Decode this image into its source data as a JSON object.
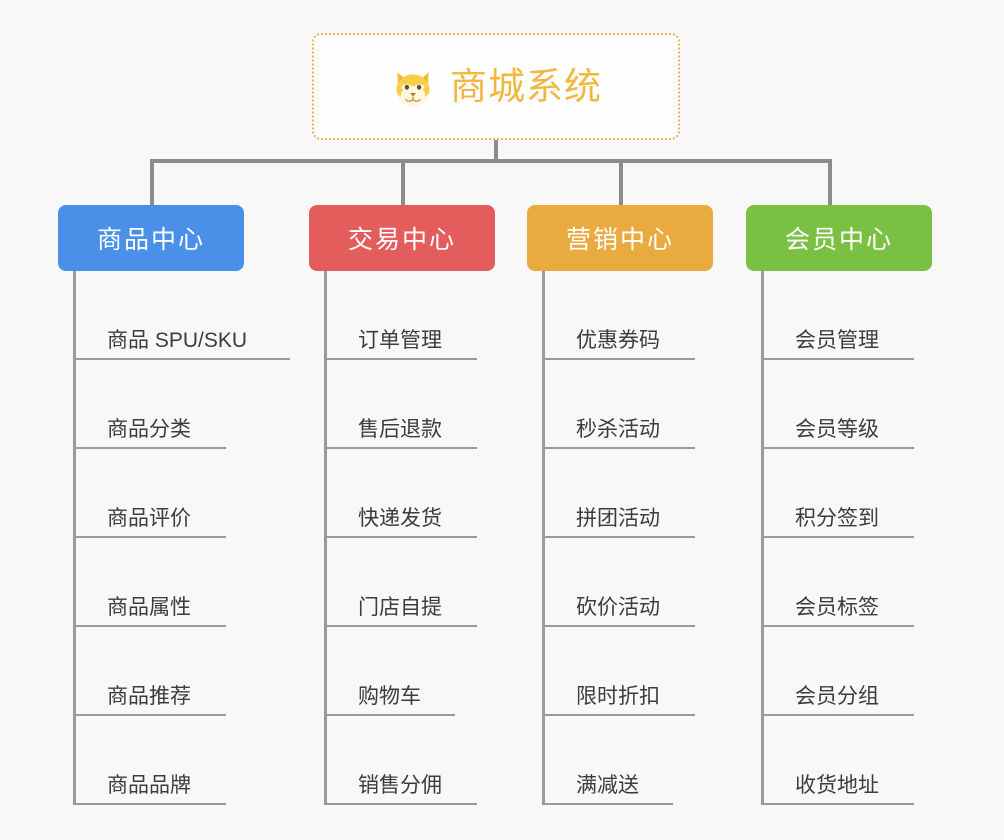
{
  "diagram": {
    "type": "org-chart",
    "background_color": "#f8f8f8",
    "root": {
      "title": "商城系统",
      "icon": "shiba-dog-face-emoji",
      "border_color": "#e8b454",
      "text_color": "#f0b840",
      "background_color": "#fefefe"
    },
    "connector_color": "#8c8c8c",
    "leaf_line_color": "#9a9a9a",
    "leaf_text_color": "#3c3c3c",
    "categories": [
      {
        "label": "商品中心",
        "color": "#4a90e8",
        "items": [
          "商品 SPU/SKU",
          "商品分类",
          "商品评价",
          "商品属性",
          "商品推荐",
          "商品品牌"
        ]
      },
      {
        "label": "交易中心",
        "color": "#e35d5d",
        "items": [
          "订单管理",
          "售后退款",
          "快递发货",
          "门店自提",
          "购物车",
          "销售分佣"
        ]
      },
      {
        "label": "营销中心",
        "color": "#e9aa3f",
        "items": [
          "优惠券码",
          "秒杀活动",
          "拼团活动",
          "砍价活动",
          "限时折扣",
          "满减送"
        ]
      },
      {
        "label": "会员中心",
        "color": "#7ac143",
        "items": [
          "会员管理",
          "会员等级",
          "积分签到",
          "会员标签",
          "会员分组",
          "收货地址"
        ]
      }
    ]
  }
}
